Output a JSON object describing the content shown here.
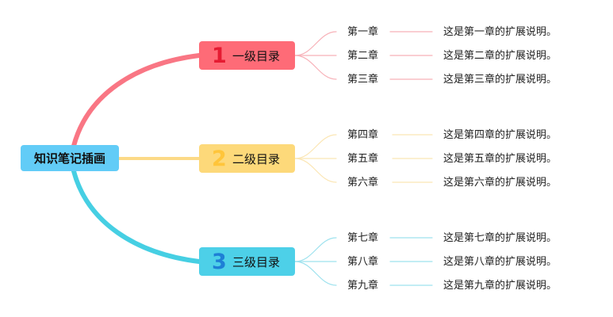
{
  "root": {
    "label": "知识笔记插画",
    "color": "#62CCF7"
  },
  "branches": [
    {
      "number": "1",
      "label": "一级目录",
      "fill": "#FE6B77",
      "number_color": "#E51B32",
      "line_color": "#F97684",
      "leaf_color": "#F7B1B8",
      "chapters": [
        {
          "name": "第一章",
          "desc": "这是第一章的扩展说明。"
        },
        {
          "name": "第二章",
          "desc": "这是第二章的扩展说明。"
        },
        {
          "name": "第三章",
          "desc": "这是第三章的扩展说明。"
        }
      ]
    },
    {
      "number": "2",
      "label": "二级目录",
      "fill": "#FDD97A",
      "number_color": "#FFC53A",
      "line_color": "#FCDA87",
      "leaf_color": "#FBE6B4",
      "chapters": [
        {
          "name": "第四章",
          "desc": "这是第四章的扩展说明。"
        },
        {
          "name": "第五章",
          "desc": "这是第五章的扩展说明。"
        },
        {
          "name": "第六章",
          "desc": "这是第六章的扩展说明。"
        }
      ]
    },
    {
      "number": "3",
      "label": "三级目录",
      "fill": "#4DD0E8",
      "number_color": "#1E7FD6",
      "line_color": "#46CFE3",
      "leaf_color": "#9EE2EE",
      "chapters": [
        {
          "name": "第七章",
          "desc": "这是第七章的扩展说明。"
        },
        {
          "name": "第八章",
          "desc": "这是第八章的扩展说明。"
        },
        {
          "name": "第九章",
          "desc": "这是第九章的扩展说明。"
        }
      ]
    }
  ]
}
